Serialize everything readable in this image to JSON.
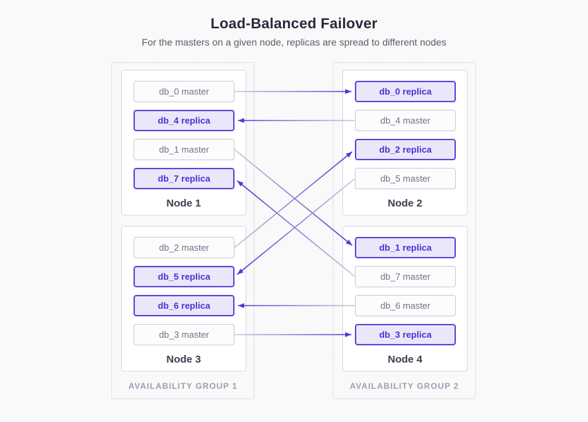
{
  "page": {
    "title": "Load-Balanced Failover",
    "subtitle": "For the masters on a given node, replicas are spread to different nodes"
  },
  "colors": {
    "background": "#f9f9fa",
    "title_text": "#272c38",
    "subtitle_text": "#575d6b",
    "node_card_border": "#d8dae2",
    "node_label_text": "#3a404e",
    "group_border": "#c8cbd5",
    "group_label_text": "#9aa1b0",
    "master_bg": "#fcfcfd",
    "master_border": "#c9cbd6",
    "master_text": "#6f7486",
    "replica_bg": "#eae7fb",
    "replica_border": "#5b49d8",
    "replica_text": "#4634d0",
    "connector_start": "#c7cad6",
    "connector_end": "#4b3ad2"
  },
  "groups": [
    {
      "label": "AVAILABILITY GROUP 1",
      "nodes": [
        {
          "label": "Node 1",
          "boxes": [
            {
              "id": "db_0_master",
              "label": "db_0 master",
              "type": "master"
            },
            {
              "id": "db_4_replica",
              "label": "db_4 replica",
              "type": "replica"
            },
            {
              "id": "db_1_master",
              "label": "db_1 master",
              "type": "master"
            },
            {
              "id": "db_7_replica",
              "label": "db_7 replica",
              "type": "replica"
            }
          ]
        },
        {
          "label": "Node 3",
          "boxes": [
            {
              "id": "db_2_master",
              "label": "db_2 master",
              "type": "master"
            },
            {
              "id": "db_5_replica",
              "label": "db_5 replica",
              "type": "replica"
            },
            {
              "id": "db_6_replica",
              "label": "db_6 replica",
              "type": "replica"
            },
            {
              "id": "db_3_master",
              "label": "db_3 master",
              "type": "master"
            }
          ]
        }
      ]
    },
    {
      "label": "AVAILABILITY GROUP 2",
      "nodes": [
        {
          "label": "Node 2",
          "boxes": [
            {
              "id": "db_0_replica",
              "label": "db_0 replica",
              "type": "replica"
            },
            {
              "id": "db_4_master",
              "label": "db_4 master",
              "type": "master"
            },
            {
              "id": "db_2_replica",
              "label": "db_2 replica",
              "type": "replica"
            },
            {
              "id": "db_5_master",
              "label": "db_5 master",
              "type": "master"
            }
          ]
        },
        {
          "label": "Node 4",
          "boxes": [
            {
              "id": "db_1_replica",
              "label": "db_1 replica",
              "type": "replica"
            },
            {
              "id": "db_7_master",
              "label": "db_7 master",
              "type": "master"
            },
            {
              "id": "db_6_master",
              "label": "db_6 master",
              "type": "master"
            },
            {
              "id": "db_3_replica",
              "label": "db_3 replica",
              "type": "replica"
            }
          ]
        }
      ]
    }
  ],
  "connections": [
    {
      "from": "db_0_master",
      "to": "db_0_replica"
    },
    {
      "from": "db_4_master",
      "to": "db_4_replica"
    },
    {
      "from": "db_1_master",
      "to": "db_1_replica"
    },
    {
      "from": "db_7_master",
      "to": "db_7_replica"
    },
    {
      "from": "db_2_master",
      "to": "db_2_replica"
    },
    {
      "from": "db_5_master",
      "to": "db_5_replica"
    },
    {
      "from": "db_6_master",
      "to": "db_6_replica"
    },
    {
      "from": "db_3_master",
      "to": "db_3_replica"
    }
  ]
}
